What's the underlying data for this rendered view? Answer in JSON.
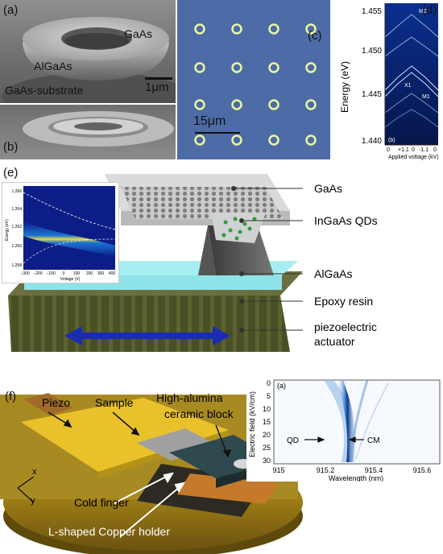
{
  "panel_a": {
    "letter": "(a)",
    "gaas": "GaAs",
    "algaas": "AlGaAs",
    "substrate": "GaAs-substrate",
    "scale": "1μm"
  },
  "panel_b": {
    "letter": "(b)"
  },
  "panel_c": {
    "letter": "(c)",
    "scale": "15μm"
  },
  "panel_d": {
    "letter": "(d)",
    "inner_letter": "(b)",
    "ylabel": "Energy (eV)",
    "xlabel": "Applied voltage (kV)",
    "yticks": [
      "1.455",
      "1.450",
      "1.445",
      "1.440"
    ],
    "xticks": [
      "0",
      "+1.1",
      "0",
      "-1.1",
      "0"
    ],
    "labels": {
      "m2": "M2",
      "x1": "X1",
      "m1": "M1"
    }
  },
  "panel_e": {
    "letter": "(e)",
    "labels": [
      "GaAs",
      "InGaAs QDs",
      "AlGaAs",
      "Epoxy resin",
      "piezoelectric",
      "actuator"
    ],
    "inset": {
      "ylabel": "Energy (eV)",
      "xlabel": "Voltage (V)",
      "yticks": [
        "1.266",
        "1.264",
        "1.262",
        "1.260",
        "1.258"
      ],
      "xticks": [
        "−300",
        "−200",
        "−100",
        "0",
        "100",
        "200",
        "300",
        "400"
      ]
    }
  },
  "panel_f": {
    "letter": "(f)",
    "labels": {
      "piezo": "Piezo",
      "sample": "Sample",
      "ceramic1": "High-alumina",
      "ceramic2": "ceramic block",
      "cold": "Cold finger",
      "holder": "L-shaped Copper holder",
      "x": "x",
      "y": "y"
    },
    "inset": {
      "letter": "(a)",
      "ylabel": "Electric field (kV/cm)",
      "xlabel": "Wavelength (nm)",
      "yticks": [
        "0",
        "5",
        "10",
        "15",
        "20",
        "25",
        "30"
      ],
      "xticks": [
        "915",
        "915.2",
        "915.4",
        "915.6"
      ],
      "qd": "QD",
      "cm": "CM"
    }
  }
}
